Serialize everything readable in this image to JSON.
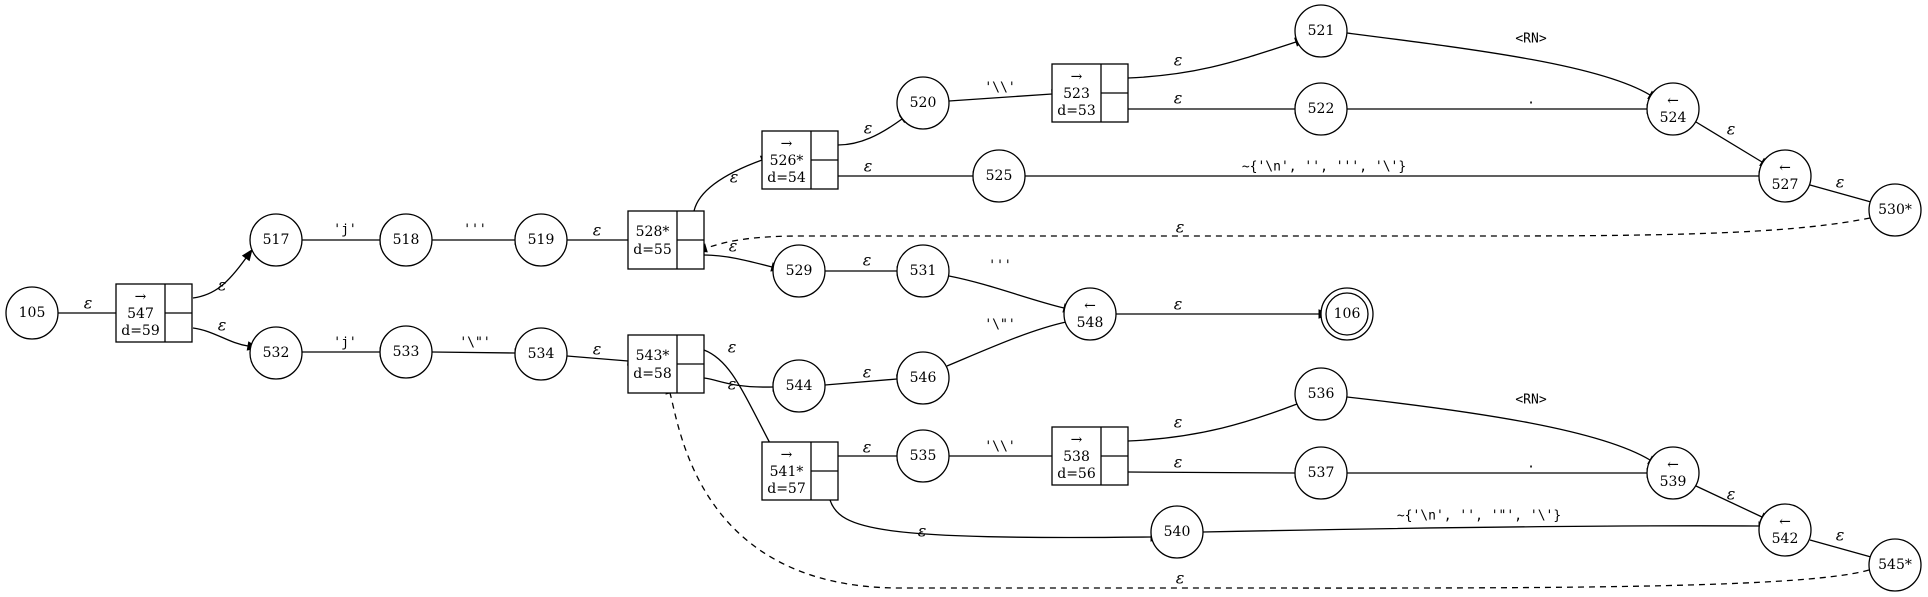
{
  "nodes": [
    {
      "id": "105",
      "label": "105",
      "shape": "circle"
    },
    {
      "id": "547",
      "label": "547",
      "shape": "fork",
      "arrow": "→",
      "depth": "d=59"
    },
    {
      "id": "517",
      "label": "517",
      "shape": "circle"
    },
    {
      "id": "518",
      "label": "518",
      "shape": "circle"
    },
    {
      "id": "519",
      "label": "519",
      "shape": "circle"
    },
    {
      "id": "528",
      "label": "528*",
      "shape": "fork",
      "arrow": "",
      "depth": "d=55"
    },
    {
      "id": "526",
      "label": "526*",
      "shape": "fork",
      "arrow": "→",
      "depth": "d=54"
    },
    {
      "id": "520",
      "label": "520",
      "shape": "circle"
    },
    {
      "id": "523",
      "label": "523",
      "shape": "fork",
      "arrow": "→",
      "depth": "d=53"
    },
    {
      "id": "521",
      "label": "521",
      "shape": "circle"
    },
    {
      "id": "522",
      "label": "522",
      "shape": "circle"
    },
    {
      "id": "524",
      "label": "524",
      "shape": "circle",
      "arrow": "←"
    },
    {
      "id": "525",
      "label": "525",
      "shape": "circle"
    },
    {
      "id": "527",
      "label": "527",
      "shape": "circle",
      "arrow": "←"
    },
    {
      "id": "530",
      "label": "530*",
      "shape": "circle"
    },
    {
      "id": "529",
      "label": "529",
      "shape": "circle"
    },
    {
      "id": "531",
      "label": "531",
      "shape": "circle"
    },
    {
      "id": "548",
      "label": "548",
      "shape": "circle",
      "arrow": "←"
    },
    {
      "id": "106",
      "label": "106",
      "shape": "doublecircle"
    },
    {
      "id": "532",
      "label": "532",
      "shape": "circle"
    },
    {
      "id": "533",
      "label": "533",
      "shape": "circle"
    },
    {
      "id": "534",
      "label": "534",
      "shape": "circle"
    },
    {
      "id": "543",
      "label": "543*",
      "shape": "fork",
      "arrow": "",
      "depth": "d=58"
    },
    {
      "id": "544",
      "label": "544",
      "shape": "circle"
    },
    {
      "id": "546",
      "label": "546",
      "shape": "circle"
    },
    {
      "id": "541",
      "label": "541*",
      "shape": "fork",
      "arrow": "→",
      "depth": "d=57"
    },
    {
      "id": "535",
      "label": "535",
      "shape": "circle"
    },
    {
      "id": "538",
      "label": "538",
      "shape": "fork",
      "arrow": "→",
      "depth": "d=56"
    },
    {
      "id": "536",
      "label": "536",
      "shape": "circle"
    },
    {
      "id": "537",
      "label": "537",
      "shape": "circle"
    },
    {
      "id": "539",
      "label": "539",
      "shape": "circle",
      "arrow": "←"
    },
    {
      "id": "540",
      "label": "540",
      "shape": "circle"
    },
    {
      "id": "542",
      "label": "542",
      "shape": "circle",
      "arrow": "←"
    },
    {
      "id": "545",
      "label": "545*",
      "shape": "circle"
    }
  ],
  "edges": [
    {
      "from": "105",
      "to": "547",
      "label": "ε"
    },
    {
      "from": "547",
      "to": "517",
      "label": "ε"
    },
    {
      "from": "547",
      "to": "532",
      "label": "ε"
    },
    {
      "from": "517",
      "to": "518",
      "label": "'j'"
    },
    {
      "from": "518",
      "to": "519",
      "label": "'''"
    },
    {
      "from": "519",
      "to": "528",
      "label": "ε"
    },
    {
      "from": "528",
      "to": "526",
      "label": "ε"
    },
    {
      "from": "528",
      "to": "529",
      "label": "ε"
    },
    {
      "from": "526",
      "to": "520",
      "label": "ε"
    },
    {
      "from": "526",
      "to": "525",
      "label": "ε"
    },
    {
      "from": "520",
      "to": "523",
      "label": "'\\\\'"
    },
    {
      "from": "523",
      "to": "521",
      "label": "ε"
    },
    {
      "from": "523",
      "to": "522",
      "label": "ε"
    },
    {
      "from": "521",
      "to": "524",
      "label": "<RN>"
    },
    {
      "from": "522",
      "to": "524",
      "label": "."
    },
    {
      "from": "524",
      "to": "527",
      "label": "ε"
    },
    {
      "from": "525",
      "to": "527",
      "label": "~{'\\n', '', ''', '\\'}"
    },
    {
      "from": "527",
      "to": "530",
      "label": "ε"
    },
    {
      "from": "530",
      "to": "528",
      "label": "ε",
      "style": "dashed"
    },
    {
      "from": "529",
      "to": "531",
      "label": "ε"
    },
    {
      "from": "531",
      "to": "548",
      "label": "'''"
    },
    {
      "from": "546",
      "to": "548",
      "label": "'\\\"'"
    },
    {
      "from": "548",
      "to": "106",
      "label": "ε"
    },
    {
      "from": "532",
      "to": "533",
      "label": "'j'"
    },
    {
      "from": "533",
      "to": "534",
      "label": "'\\\"'"
    },
    {
      "from": "534",
      "to": "543",
      "label": "ε"
    },
    {
      "from": "543",
      "to": "541",
      "label": "ε"
    },
    {
      "from": "543",
      "to": "544",
      "label": "ε"
    },
    {
      "from": "544",
      "to": "546",
      "label": "ε"
    },
    {
      "from": "541",
      "to": "535",
      "label": "ε"
    },
    {
      "from": "541",
      "to": "540",
      "label": "ε"
    },
    {
      "from": "535",
      "to": "538",
      "label": "'\\\\'"
    },
    {
      "from": "538",
      "to": "536",
      "label": "ε"
    },
    {
      "from": "538",
      "to": "537",
      "label": "ε"
    },
    {
      "from": "536",
      "to": "539",
      "label": "<RN>"
    },
    {
      "from": "537",
      "to": "539",
      "label": "."
    },
    {
      "from": "539",
      "to": "542",
      "label": "ε"
    },
    {
      "from": "540",
      "to": "542",
      "label": "~{'\\n', '', '\"', '\\'}"
    },
    {
      "from": "542",
      "to": "545",
      "label": "ε"
    },
    {
      "from": "545",
      "to": "543",
      "label": "ε",
      "style": "dashed"
    }
  ]
}
